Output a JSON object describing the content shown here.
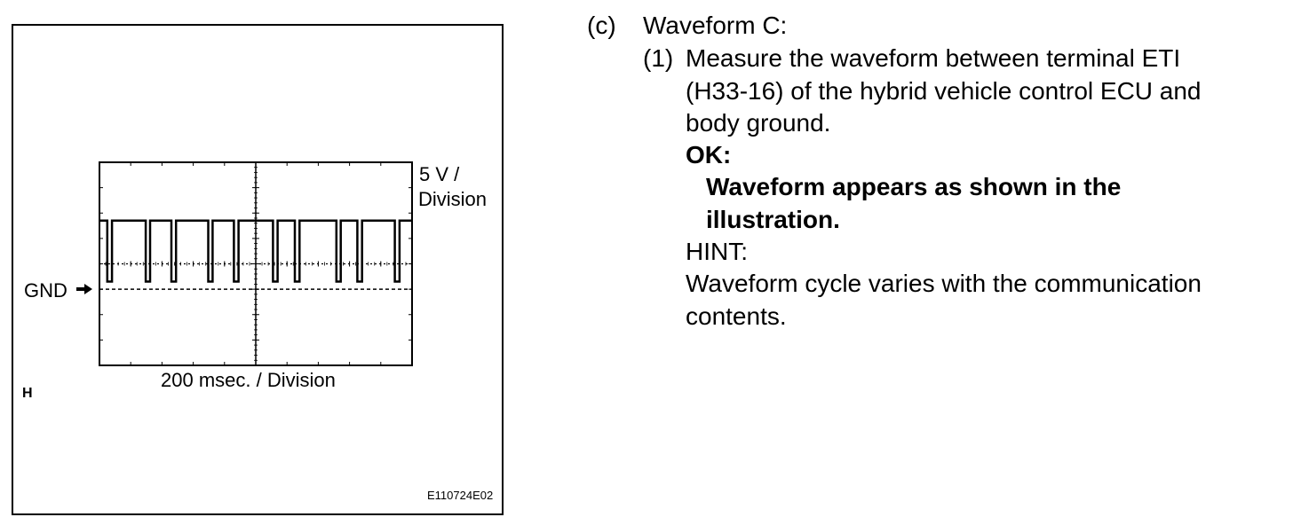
{
  "figure": {
    "volt_scale_line1": "5 V /",
    "volt_scale_line2": "Division",
    "gnd_label": "GND",
    "time_scale": "200 msec. / Division",
    "corner_letter": "H",
    "figure_code": "E110724E02"
  },
  "chart_data": {
    "type": "line",
    "title": "",
    "xlabel": "200 msec. / Division",
    "ylabel": "5 V / Division",
    "x_unit": "division (200 msec.)",
    "y_unit": "division (5 V)",
    "xlim": [
      0,
      10
    ],
    "ylim": [
      -3,
      5
    ],
    "ground_level": 0,
    "grid": true,
    "series": [
      {
        "high_level_div": 2.7,
        "low_level_div": 0.3,
        "pulses": [
          {
            "start": 0.25,
            "end": 0.4
          },
          {
            "start": 1.48,
            "end": 1.62
          },
          {
            "start": 2.3,
            "end": 2.45
          },
          {
            "start": 3.48,
            "end": 3.62
          },
          {
            "start": 4.3,
            "end": 4.45
          },
          {
            "start": 5.55,
            "end": 5.7
          },
          {
            "start": 6.25,
            "end": 6.4
          },
          {
            "start": 7.58,
            "end": 7.72
          },
          {
            "start": 8.25,
            "end": 8.4
          },
          {
            "start": 9.45,
            "end": 9.6
          }
        ]
      }
    ]
  },
  "steps": {
    "item_marker": "(c)",
    "item_title": "Waveform C:",
    "sub_marker": "(1)",
    "measure_lines": [
      "Measure the waveform between terminal ETI",
      "(H33-16) of the hybrid vehicle control ECU and",
      "body ground."
    ],
    "ok_label": "OK:",
    "ok_lines": [
      "Waveform appears as shown in the",
      "illustration."
    ],
    "hint_label": "HINT:",
    "hint_lines": [
      "Waveform cycle varies with the communication",
      "contents."
    ]
  }
}
